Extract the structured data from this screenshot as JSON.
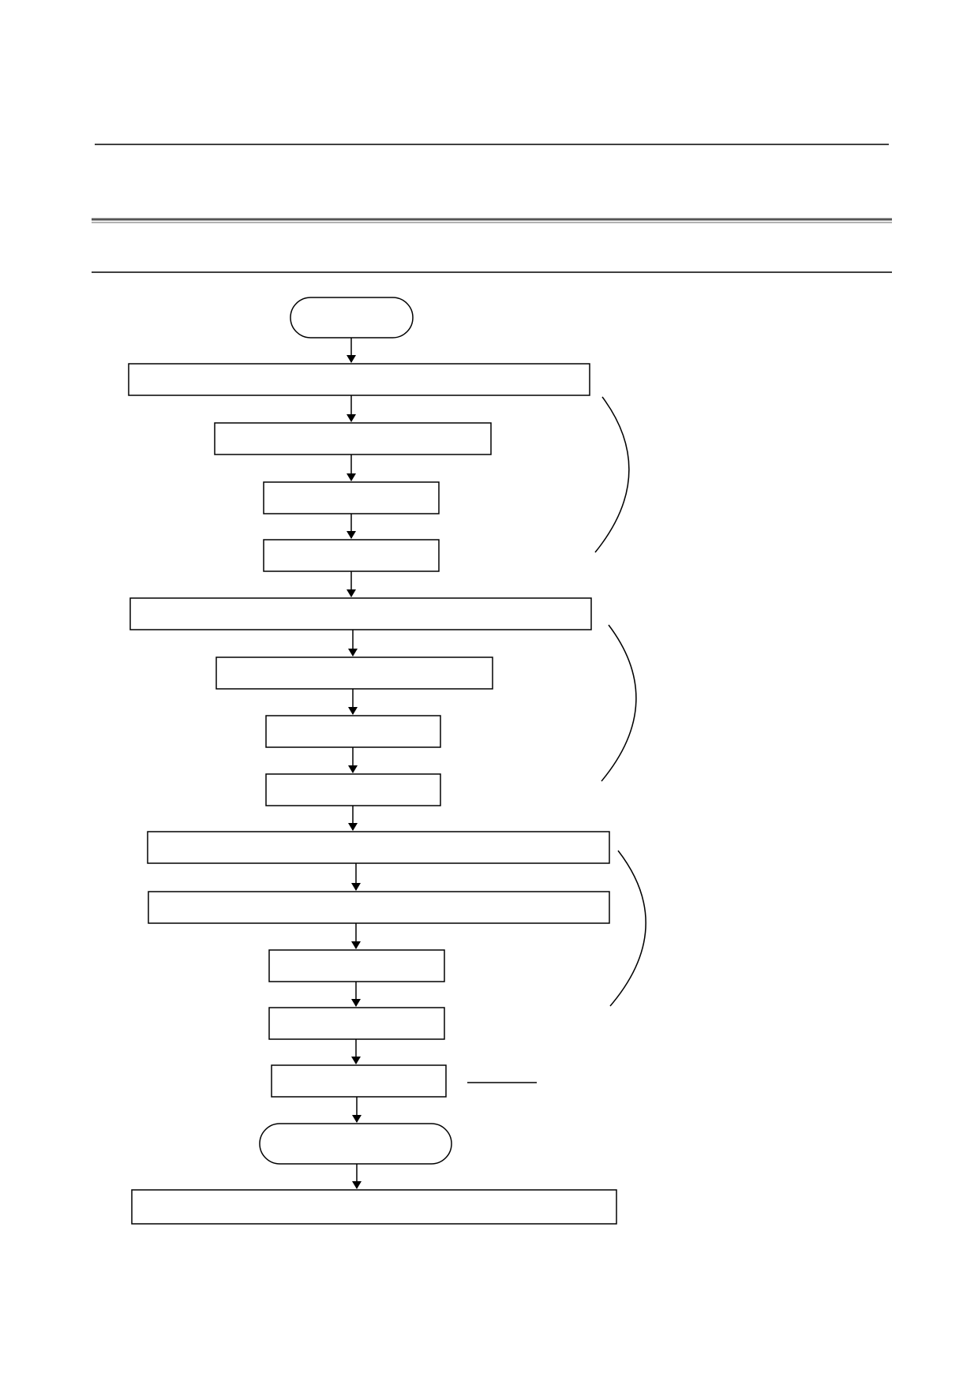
{
  "document": {
    "header_text": "",
    "colors": {
      "line": "#000000",
      "background": "#ffffff",
      "double_rule": "#555555"
    }
  },
  "flowchart": {
    "start_terminal": {
      "label": ""
    },
    "end_terminal": {
      "label": ""
    },
    "steps": [
      {
        "id": "step-1",
        "label": ""
      },
      {
        "id": "step-2",
        "label": ""
      },
      {
        "id": "step-3",
        "label": ""
      },
      {
        "id": "step-4",
        "label": ""
      },
      {
        "id": "step-5",
        "label": ""
      },
      {
        "id": "step-6",
        "label": ""
      },
      {
        "id": "step-7",
        "label": ""
      },
      {
        "id": "step-8",
        "label": ""
      },
      {
        "id": "step-9",
        "label": ""
      },
      {
        "id": "step-10",
        "label": ""
      },
      {
        "id": "step-11",
        "label": ""
      },
      {
        "id": "step-12",
        "label": ""
      },
      {
        "id": "step-13",
        "label": ""
      }
    ],
    "final_step": {
      "label": ""
    },
    "group_braces": [
      {
        "id": "group-1",
        "label": ""
      },
      {
        "id": "group-2",
        "label": ""
      },
      {
        "id": "group-3",
        "label": ""
      }
    ],
    "side_note": {
      "label": ""
    }
  }
}
